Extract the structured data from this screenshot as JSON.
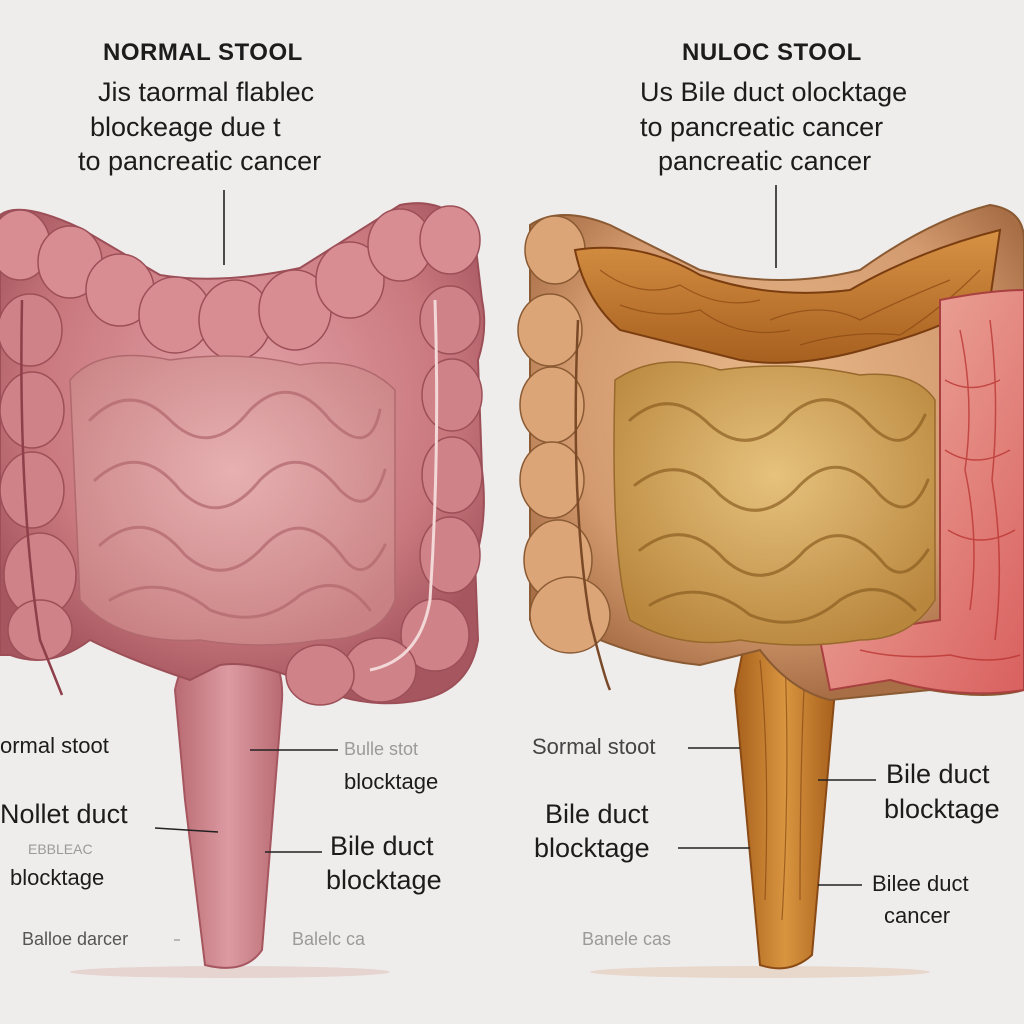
{
  "left": {
    "title": "NORMAL STOOL",
    "subtitle_lines": [
      "Jis taormal flablec",
      "blockeage due t",
      "to pancreatic cancer"
    ],
    "callouts": {
      "normal_stool": "ormal stoot",
      "bile_faint": "Bulle stot",
      "blockage_small": "blocktage",
      "nollet_duct": "Nollet duct",
      "small_faint": "EBBLEAC",
      "blocktage_left": "blocktage",
      "bile_duct": "Bile duct",
      "blocktage_bold": "blocktage",
      "cancer_left": "Balloe darcer",
      "cancer_faint": "Balelc ca"
    }
  },
  "right": {
    "title": "NULOC STOOL",
    "subtitle_lines": [
      "Us Bile duct olocktage",
      "to pancreatic cancer",
      "pancreatic cancer"
    ],
    "callouts": {
      "sormal_stoot": "Sormal stoot",
      "bile_duct_right": "Bile duct",
      "blocktage_right": "blocktage",
      "bile_duct_mid": "Bile duct",
      "blocktage_mid": "blocktage",
      "bilee_duct": "Bilee duct",
      "cancer_right": "cancer",
      "cancer_faint_right": "Banele cas"
    }
  },
  "colors": {
    "background": "#efedec",
    "normal_colon": "#c9787e",
    "normal_colon_dark": "#a6565f",
    "normal_small_intestine": "#dc9fa0",
    "blocked_colon": "#d39a6f",
    "blocked_small_intestine": "#d4a95a",
    "blocked_interior": "#c77d2f",
    "inflamed_tissue": "#e06a6a"
  }
}
